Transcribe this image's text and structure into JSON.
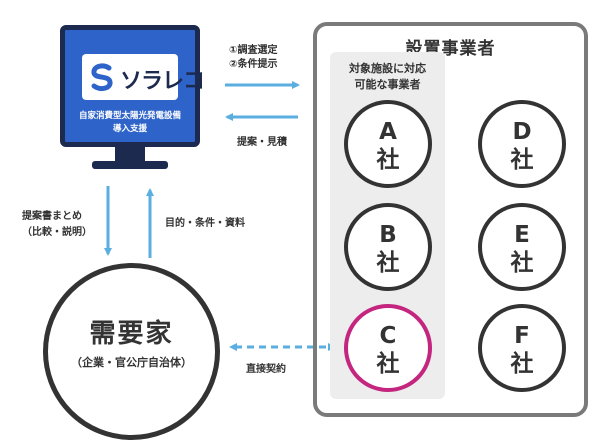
{
  "solareco": {
    "logo_text": "ソラレコ",
    "caption_line1": "自家消費型太陽光発電設備",
    "caption_line2": "導入支援",
    "brand_color": "#2e63c9"
  },
  "providers": {
    "title": "設置事業者",
    "eligible_label_line1": "対象施設に対応",
    "eligible_label_line2": "可能な事業者",
    "companies": [
      {
        "letter": "A",
        "suffix": "社"
      },
      {
        "letter": "B",
        "suffix": "社"
      },
      {
        "letter": "C",
        "suffix": "社",
        "highlight_color": "#c4257f"
      },
      {
        "letter": "D",
        "suffix": "社"
      },
      {
        "letter": "E",
        "suffix": "社"
      },
      {
        "letter": "F",
        "suffix": "社"
      }
    ]
  },
  "customer": {
    "title": "需要家",
    "subtitle": "（企業・官公庁自治体）"
  },
  "flows": {
    "to_providers_line1": "①調査選定",
    "to_providers_line2": "②条件提示",
    "from_providers": "提案・見積",
    "to_customer_line1": "提案書まとめ",
    "to_customer_line2": "（比較・説明）",
    "from_customer": "目的・条件・資料",
    "direct_contract": "直接契約",
    "arrow_color": "#5aaee0"
  }
}
